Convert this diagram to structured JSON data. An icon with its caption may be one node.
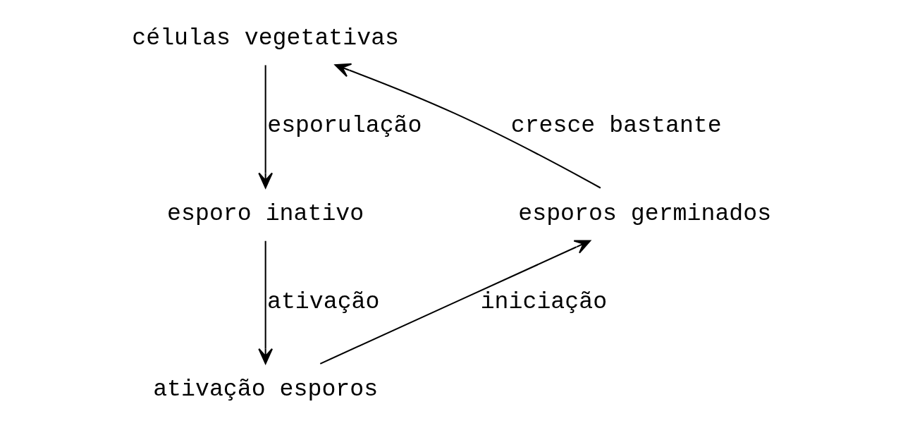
{
  "diagram": {
    "nodes": [
      {
        "text": [
          "células vegetativas"
        ]
      },
      {
        "text": [
          "esporo inativo"
        ]
      },
      {
        "text": [
          "ativação esporos"
        ]
      },
      {
        "text": [
          "esporos germinados"
        ]
      }
    ],
    "edges": [
      {
        "from": 0,
        "to": 1,
        "arrow": "to",
        "label": "esporulação"
      },
      {
        "from": 1,
        "to": 2,
        "arrow": "to",
        "label": "ativação"
      },
      {
        "from": 2,
        "to": 3,
        "arrow": "to",
        "label": "iniciação"
      },
      {
        "from": 3,
        "to": 0,
        "arrow": "to",
        "label": "cresce bastante"
      }
    ]
  }
}
